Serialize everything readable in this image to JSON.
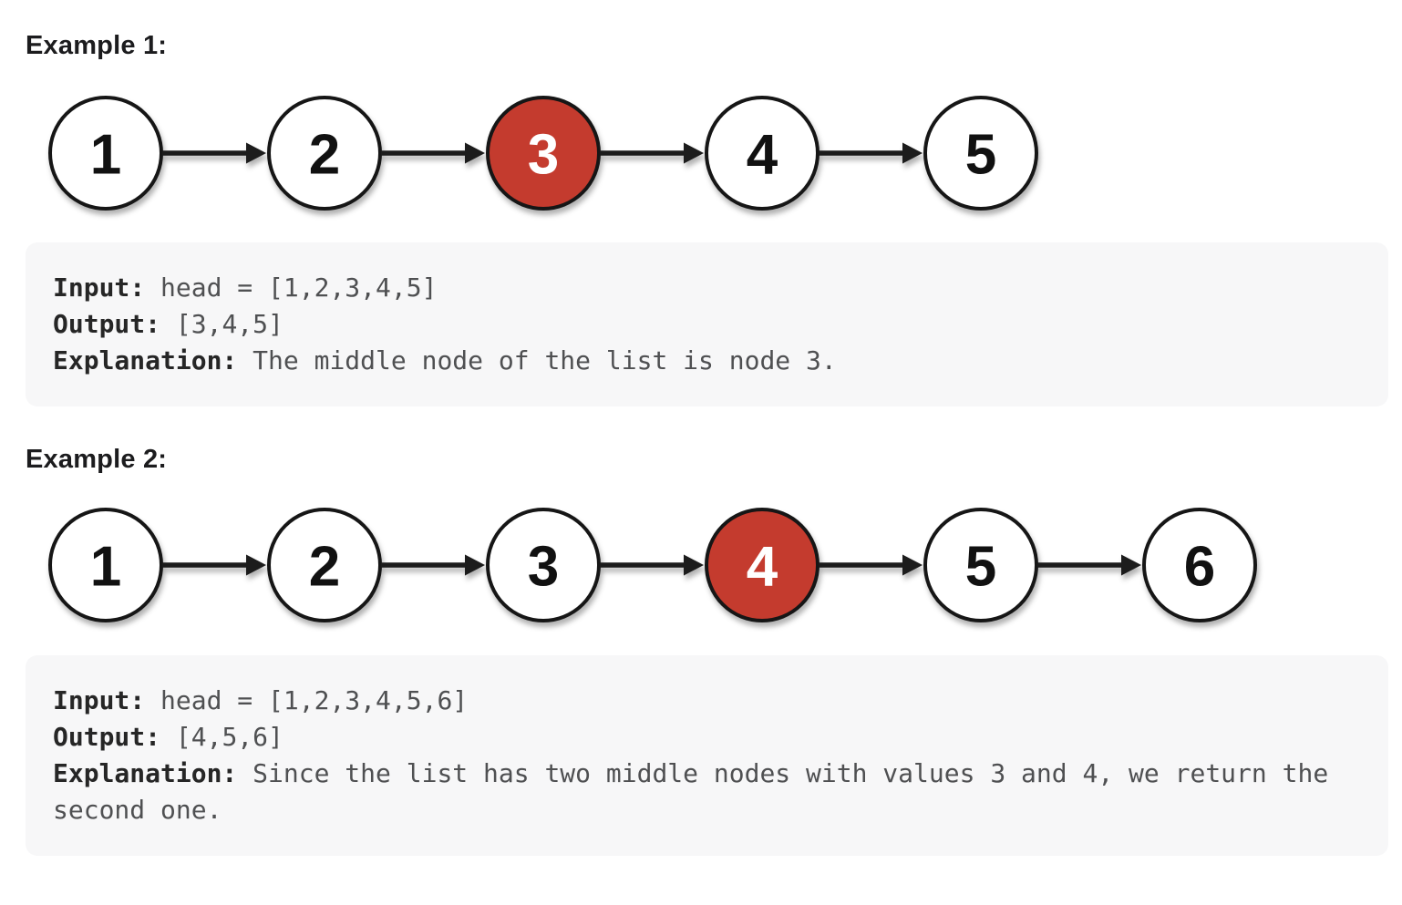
{
  "page": {
    "background": "#ffffff"
  },
  "colors": {
    "node_fill": "#ffffff",
    "node_highlight_fill": "#c43b2e",
    "node_stroke": "#161616",
    "node_text": "#111111",
    "node_highlight_text": "#ffffff",
    "arrow_color": "#1a1a1a",
    "codeblock_bg": "#f7f7f8",
    "label_color": "#262626",
    "value_color": "#4f5052",
    "heading_color": "#1c1c1e"
  },
  "examples": [
    {
      "heading": "Example 1:",
      "diagram": {
        "nodes": [
          "1",
          "2",
          "3",
          "4",
          "5"
        ],
        "highlighted_index": 2,
        "highlighted_value": "3"
      },
      "io": {
        "input_label": "Input:",
        "input_value": "head = [1,2,3,4,5]",
        "output_label": "Output:",
        "output_value": "[3,4,5]",
        "explanation_label": "Explanation:",
        "explanation_value": "The middle node of the list is node 3."
      }
    },
    {
      "heading": "Example 2:",
      "diagram": {
        "nodes": [
          "1",
          "2",
          "3",
          "4",
          "5",
          "6"
        ],
        "highlighted_index": 3,
        "highlighted_value": "4"
      },
      "io": {
        "input_label": "Input:",
        "input_value": "head = [1,2,3,4,5,6]",
        "output_label": "Output:",
        "output_value": "[4,5,6]",
        "explanation_label": "Explanation:",
        "explanation_value": "Since the list has two middle nodes with values 3 and 4, we return the second one."
      }
    }
  ]
}
